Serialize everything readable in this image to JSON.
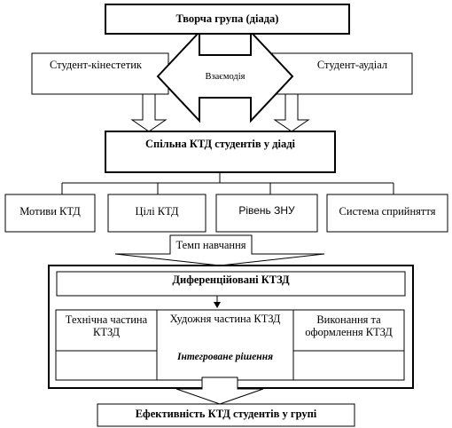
{
  "creative_group": "Творча група (діада)",
  "student_kinesthetic": "Студент-кінестетик",
  "student_audial": "Студент-аудіал",
  "interaction": "Взаємодія",
  "joint_ktd": "Спільна КТД  студентів у діаді",
  "factors": [
    "Мотиви КТД",
    "Цілі КТД",
    "Рівень ЗНУ",
    "Система сприйняття"
  ],
  "learning_pace": "Темп навчання",
  "differentiated": "Диференційовані КТЗД",
  "columns": [
    "Технічна частина КТЗД",
    "Художня частина КТЗД",
    "Виконання та оформлення КТЗД"
  ],
  "integrated_solution": "Інтегроване рішення",
  "efficiency": "Ефективність КТД студентів у групі"
}
